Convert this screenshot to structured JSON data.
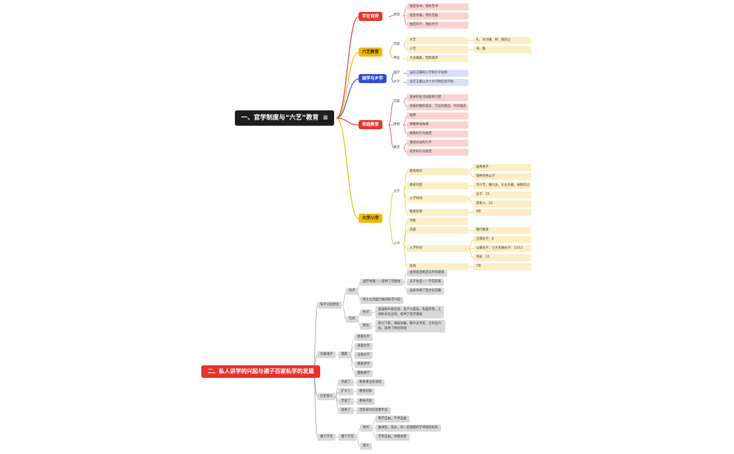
{
  "section1": {
    "root": "一、官学制度与“六艺”教育",
    "menu_icon": "menu-icon",
    "xuezai": {
      "title": "学在官府",
      "reason": "原因",
      "items": [
        "惟官有书，而民无书",
        "惟官有器，而民无器",
        "惟官有学，而民无学"
      ]
    },
    "liuyi": {
      "title": "六艺教育",
      "content": "内容",
      "da": "大艺",
      "da_detail": "礼、乐为重，射、御次之",
      "xiao": "小艺",
      "xiao_detail": "书、数",
      "feature": "特征",
      "feature_detail": "文武兼备，智能兼求"
    },
    "guoxue": {
      "title": "国学与乡学",
      "guo": "国学",
      "guo_detail": "设在王都的小学和大学总称",
      "xiang": "乡学",
      "xiang_detail": "设在王都以外六乡行政区的学校"
    },
    "jiating": {
      "title": "家庭教育",
      "neirong": "内容",
      "neirong_items": [
        "基本的生活技能和习惯",
        "初级的数的观念、方位的观念、时间观念"
      ],
      "yuanze": "原则",
      "yuanze_items": [
        "胎教",
        "保重养身防病",
        "胎教的行为规范"
      ],
      "yaoqiu": "要求",
      "yaoqiu_items": [
        "重视长幼的礼节",
        "初步的礼仪规范"
      ]
    },
    "daxue": {
      "title": "大学小学",
      "da": "大学",
      "da_rows": {
        "mudi": "教育目的",
        "mudi_items": [
          "培养君子",
          "培养优秀公子"
        ],
        "neirong": "教育内容",
        "neirong_detail": "学六艺，重礼乐，礼乐为重，射御次之",
        "ruxue": "入学时间",
        "ruxue_items": [
          "太子、15",
          "其余人、20"
        ],
        "nianxian": "教育年限",
        "nianxian_detail": "9年"
      },
      "xiao": "小学",
      "xiao_rows": {
        "duixiang": "对象",
        "neirong": "内容",
        "neirong_detail": "德行教育",
        "ruxue": "入学时间",
        "ruxue_items": [
          "王储太子：8",
          "公卿太子、士大夫嫡长子：13/15",
          "平民：15"
        ],
        "nianxian": "年限",
        "nianxian_detail": "7年"
      }
    }
  },
  "section2": {
    "root": "二、私人讲学的兴起与诸子百家私学的发展",
    "sixue": {
      "title": "私学兴起原因",
      "jingji": "经济",
      "jingji_sub": "国学衰落——提供了可能性",
      "jingji_items": [
        "由贵族垄断走向平民教育",
        "天子失官——学在四夷",
        "战争导致了官文化流散"
      ],
      "jingji_extra": "养士之风盛行推动私学兴起",
      "shehui": "社会",
      "shehui_a": "经济",
      "shehui_a_detail": "铁器和牛耕出现，生产力提高，私田开垦，土地私有化出现，提供了经济基础",
      "shehui_b": "政治",
      "shehui_b_detail": "权力下移，诸侯争霸，卿大夫专权，士阶层兴起，提供了政治基础"
    },
    "xianqin": {
      "title": "先秦诸子",
      "baijia": "儒家",
      "items": [
        "墨家办学",
        "道家办学",
        "法家办学",
        "墨家讲学",
        "儒家教学"
      ]
    },
    "yiyi": {
      "title": "历史意义",
      "rows": [
        {
          "k": "开辟了",
          "v": "教育事业新领域"
        },
        {
          "k": "扩大了",
          "v": "教育对象"
        },
        {
          "k": "丰富了",
          "v": "教育内容"
        },
        {
          "k": "提供了",
          "v": "百家争鸣的思想平台"
        }
      ]
    },
    "jixia": {
      "title": "稷下学宫",
      "child": "稷下学宫",
      "texing": "特点",
      "texing_items": [
        "教学自由，学术自由",
        "集体性、官办、有一定规模的学术研究机构",
        "学术自由，待遇优厚"
      ],
      "yiyi": "意义"
    }
  }
}
